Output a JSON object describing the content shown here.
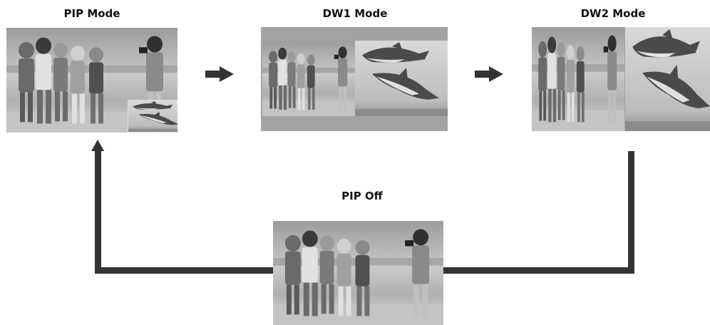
{
  "labels": {
    "pip_mode": "PIP Mode",
    "dw1_mode": "DW1 Mode",
    "dw2_mode": "DW2 Mode",
    "pip_off": "PIP Off"
  },
  "colors": {
    "arrow": "#333333",
    "sky": "#b9b9b9",
    "sea": "#a8a8a8",
    "border": "#9e9e9e",
    "children": "#5c5c5c",
    "dolphin": "#4a4a4a"
  }
}
